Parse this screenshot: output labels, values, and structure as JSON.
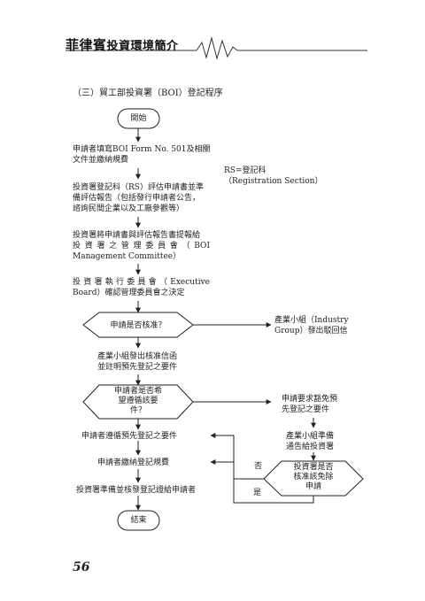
{
  "header": {
    "title_main": "菲律賓",
    "title_sub": "投資環境簡介"
  },
  "section_title": "（三）貿工部投資署（BOI）登記程序",
  "nodes": {
    "start": "開始",
    "step1_line1": "申請者填寫BOI Form No. 501及相關",
    "step1_line2": "文件並繳納規費",
    "rs_note_line1": "RS=登記科",
    "rs_note_line2": "（Registration Section）",
    "step2_line1": "投資署登記科（RS）評估申請書並準",
    "step2_line2": "備評估報告（包括發行申請者公告，",
    "step2_line3": "諮詢民間企業以及工廠參觀等）",
    "step3_line1": "投資署將申請書與評估報告書提報給",
    "step3_line2": "投 資 署 之 管 理 委 員 會 （ BOI",
    "step3_line3": "Management Committee）",
    "step4_line1": "投 資 署 執 行 委 員 會 （ Executive",
    "step4_line2": "Board）確認管理委員會之決定",
    "decision1": "申請是否核准？",
    "reject_line1": "產業小組（Industry",
    "reject_line2": "Group）發出駁回信",
    "step5_line1": "產業小組發出核准信函",
    "step5_line2": "並註明預先登記之要件",
    "decision2_line1": "申請者是否希",
    "decision2_line2": "望遵循該要",
    "decision2_line3": "件？",
    "exempt_request_line1": "申請要求豁免預",
    "exempt_request_line2": "先登記之要件",
    "group_prepare_line1": "產業小組準備",
    "group_prepare_line2": "通告給投資署",
    "decision3_line1": "投資署是否",
    "decision3_line2": "核准該免除",
    "decision3_line3": "申請",
    "no_label": "否",
    "yes_label": "是",
    "comply": "申請者遵循預先登記之要件",
    "pay_fee": "申請者繳納登記規費",
    "issue_cert": "投資署準備並核發登記證給申請者",
    "end": "結束"
  },
  "page_number": "56"
}
